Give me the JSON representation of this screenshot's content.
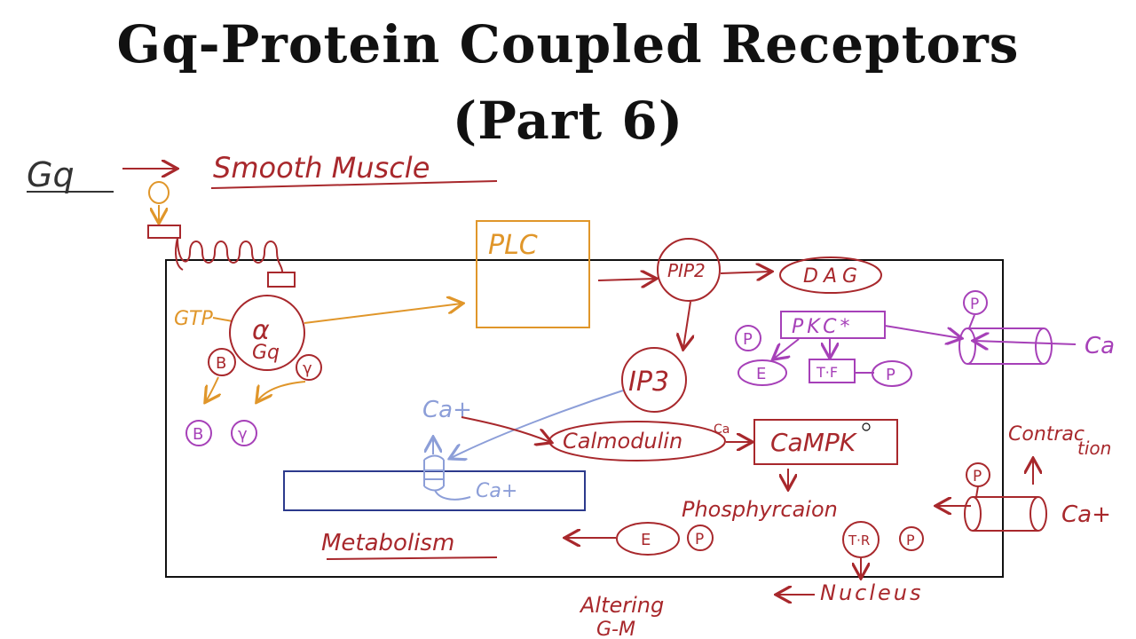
{
  "title": {
    "line1": "Gq-Protein Coupled Receptors",
    "line2": "(Part 6)"
  },
  "colors": {
    "red": "#a8282c",
    "orange": "#e0962a",
    "purple": "#a640b8",
    "blue": "#2c3a8c",
    "light_blue": "#8c9ed8",
    "black": "#111111"
  },
  "notes": {
    "gq_heading": "Gq",
    "smooth_muscle": "Smooth Muscle",
    "plc": "PLC",
    "pip2": "PIP2",
    "dag": "DAG",
    "ip3": "IP3",
    "gtp": "GTP",
    "alpha": "α",
    "gq_label": "Gq",
    "beta": "B",
    "gamma": "γ",
    "beta_free": "B",
    "gamma_free": "γ",
    "pkc": "PKC*",
    "p_pkc_substrate": "P",
    "e_pkc": "E",
    "tf_pkc": "T·F",
    "p_tf": "P",
    "p_channel_top": "P",
    "ca_top": "Ca",
    "ca_cytosol": "Ca+",
    "ca_store": "Ca+",
    "calmodulin": "Calmodulin",
    "ca_bound": "Ca",
    "camk": "CaMPK",
    "phosphorylation": "Phosphyrcaion",
    "e_bottom": "E",
    "p_e_bottom": "P",
    "tr": "T·R",
    "p_tr": "P",
    "metabolism": "Metabolism",
    "altering": "Altering",
    "gm": "G-M",
    "nucleus": "Nucleus",
    "contraction_1": "Contrac",
    "contraction_2": "tion",
    "p_channel_bottom": "P",
    "ca_bottom": "Ca+"
  }
}
